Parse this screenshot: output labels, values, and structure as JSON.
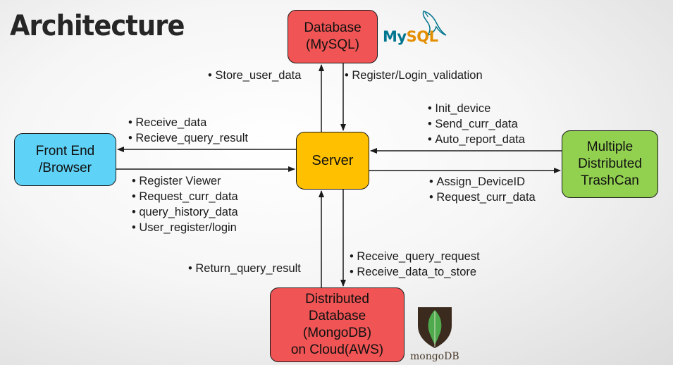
{
  "title": "Architecture",
  "nodes": {
    "database_mysql": "Database\n(MySQL)",
    "frontend": "Front End\n/Browser",
    "server": "Server",
    "trashcan": "Multiple\nDistributed\nTrashCan",
    "database_mongo": "Distributed\nDatabase\n(MongoDB)\non Cloud(AWS)"
  },
  "logos": {
    "mysql": {
      "text_my": "My",
      "text_sql": "SQL",
      "color_my": "#00758f",
      "color_sql": "#e48e00"
    },
    "mongodb": {
      "text": "mongoDB",
      "leaf_color": "#4fa94d",
      "shield_color": "#3b2b1f"
    }
  },
  "labels": {
    "server_to_mysql": [
      "Store_user_data"
    ],
    "mysql_to_server": [
      "Register/Login_validation"
    ],
    "server_to_frontend": [
      "Receive_data",
      "Recieve_query_result"
    ],
    "frontend_to_server": [
      "Register Viewer",
      "Request_curr_data",
      "query_history_data",
      "User_register/login"
    ],
    "trashcan_to_server": [
      "Init_device",
      "Send_curr_data",
      "Auto_report_data"
    ],
    "server_to_trashcan": [
      "Assign_DeviceID",
      "Request_curr_data"
    ],
    "mongo_to_server": [
      "Return_query_result"
    ],
    "server_to_mongo": [
      "Receive_query_request",
      "Receive_data_to_store"
    ]
  },
  "colors": {
    "database": "#f05454",
    "frontend": "#5ed3f7",
    "server": "#ffc000",
    "trashcan": "#92d050"
  }
}
